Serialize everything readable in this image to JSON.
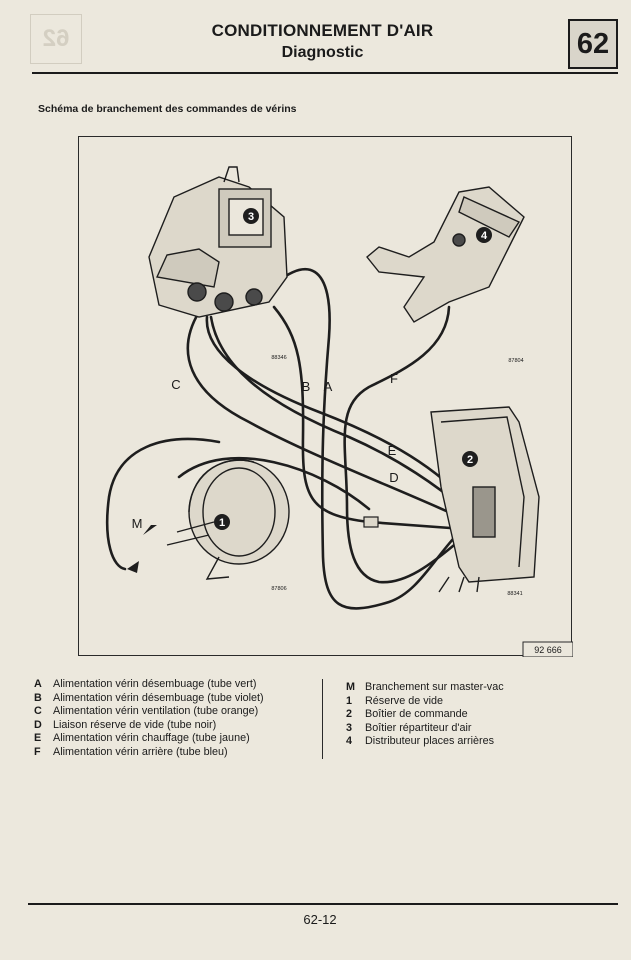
{
  "header": {
    "title": "CONDITIONNEMENT D'AIR",
    "subtitle": "Diagnostic",
    "chapter_badge": "62",
    "ghost_badge": "62"
  },
  "section_title": "Schéma de branchement des commandes de vérins",
  "diagram": {
    "figure_number": "92 666",
    "ref_codes": {
      "top_left": "88346",
      "top_right": "87804",
      "bottom_left": "87806",
      "bottom_right": "88341"
    },
    "line_labels": {
      "A": "A",
      "B": "B",
      "C": "C",
      "D": "D",
      "E": "E",
      "F": "F",
      "M": "M"
    },
    "component_numbers": {
      "c1": "1",
      "c2": "2",
      "c3": "3",
      "c4": "4"
    }
  },
  "legend_left": [
    {
      "key": "A",
      "text": "Alimentation vérin désembuage (tube vert)"
    },
    {
      "key": "B",
      "text": "Alimentation vérin désembuage (tube violet)"
    },
    {
      "key": "C",
      "text": "Alimentation vérin ventilation (tube orange)"
    },
    {
      "key": "D",
      "text": "Liaison réserve de vide (tube noir)"
    },
    {
      "key": "E",
      "text": "Alimentation vérin chauffage (tube jaune)"
    },
    {
      "key": "F",
      "text": "Alimentation vérin arrière (tube bleu)"
    }
  ],
  "legend_right": [
    {
      "key": "M",
      "text": "Branchement sur master-vac"
    },
    {
      "key": "1",
      "text": "Réserve de vide"
    },
    {
      "key": "2",
      "text": "Boîtier de commande"
    },
    {
      "key": "3",
      "text": "Boîtier répartiteur d'air"
    },
    {
      "key": "4",
      "text": "Distributeur places arrières"
    }
  ],
  "footer": {
    "page_number": "62-12"
  }
}
